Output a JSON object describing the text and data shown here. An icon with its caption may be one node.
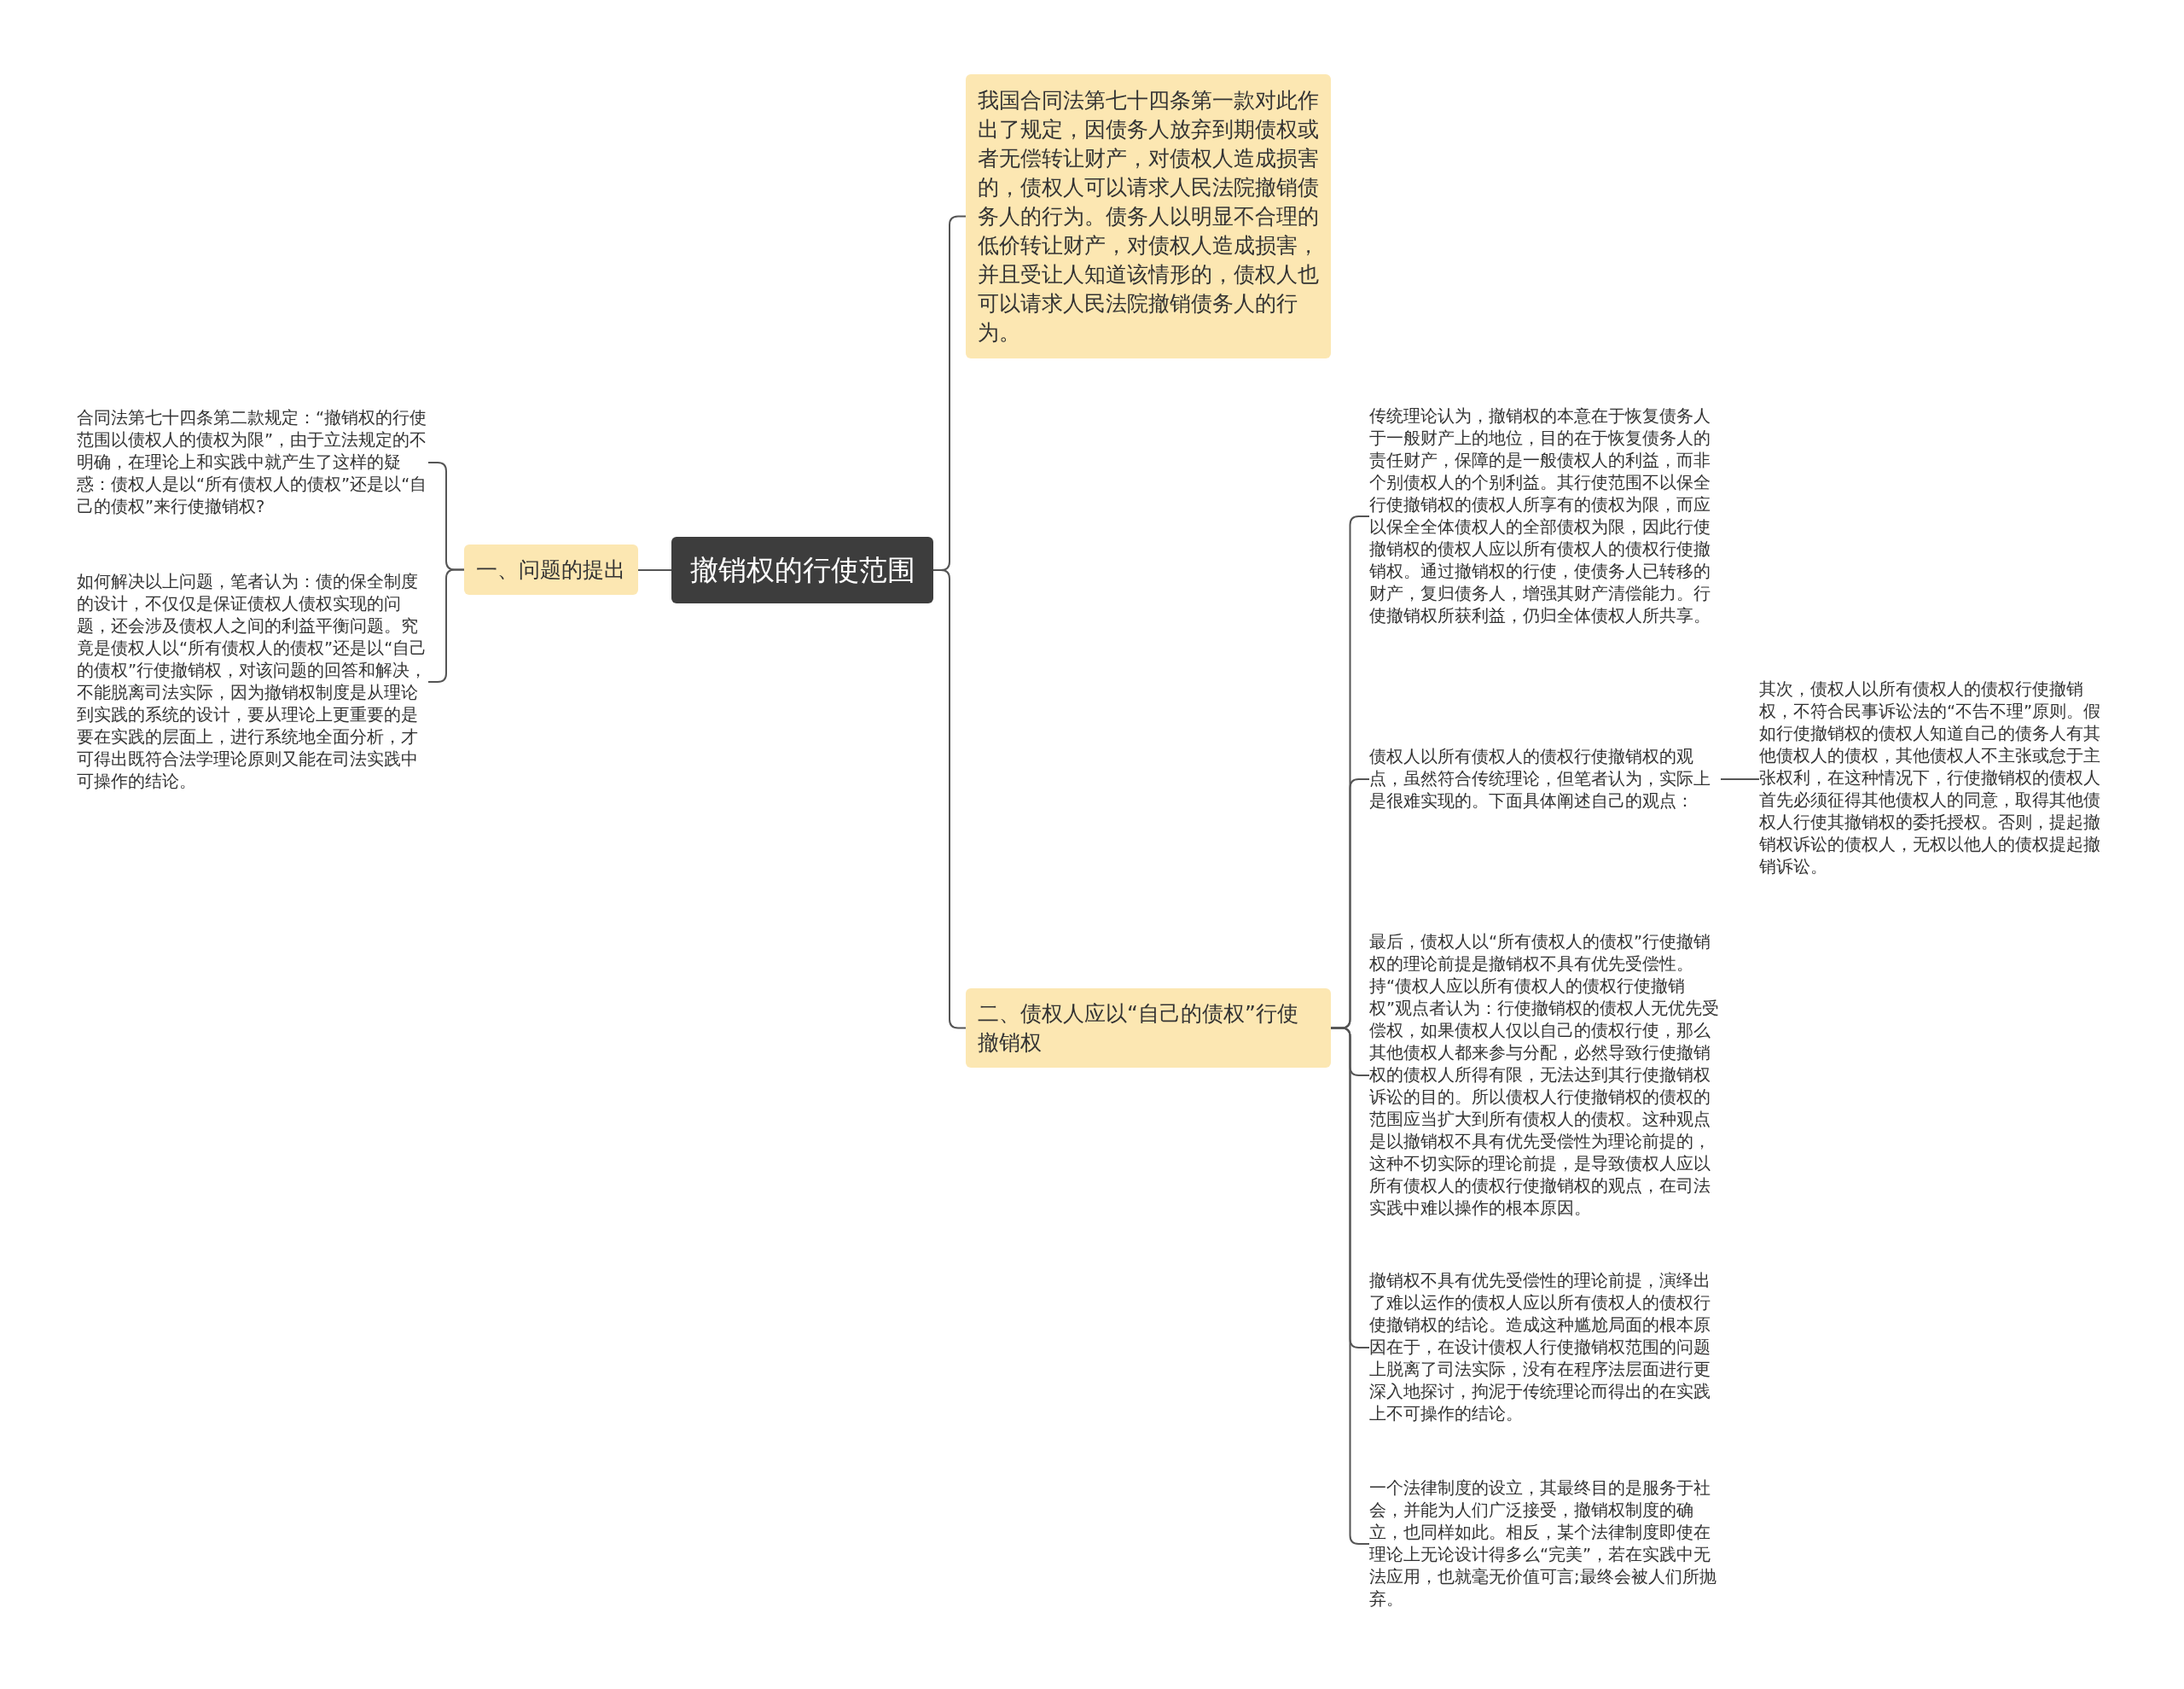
{
  "diagram": {
    "nodes": [
      {
        "text": [
          "撤销权的行使范围"
        ]
      },
      {
        "text": [
          "一、问题的提出"
        ]
      },
      {
        "text": [
          "合同法第七十四条第二款规定：“撤销权的行使范围以债权人的债权为限”，由于立法规定的不明确，在理论上和实践中就产生了这样的疑惑：债权人是以“所有债权人的债权”还是以“自己的债权”来行使撤销权?"
        ]
      },
      {
        "text": [
          "如何解决以上问题，笔者认为：债的保全制度的设计，不仅仅是保证债权人债权实现的问题，还会涉及债权人之间的利益平衡问题。究竟是债权人以“所有债权人的债权”还是以“自己的债权”行使撤销权，对该问题的回答和解决，不能脱离司法实际，因为撤销权制度是从理论到实践的系统的设计，要从理论上更重要的是要在实践的层面上，进行系统地全面分析，才可得出既符合法学理论原则又能在司法实践中可操作的结论。"
        ]
      },
      {
        "text": [
          "我国合同法第七十四条第一款对此作出了规定，因债务人放弃到期债权或者无偿转让财产，对债权人造成损害的，债权人可以请求人民法院撤销债务人的行为。债务人以明显不合理的低价转让财产，对债权人造成损害，并且受让人知道该情形的，债权人也可以请求人民法院撤销债务人的行为。"
        ]
      },
      {
        "text": [
          "二、债权人应以“自己的债权”行使撤销权"
        ]
      },
      {
        "text": [
          "传统理论认为，撤销权的本意在于恢复债务人于一般财产上的地位，目的在于恢复债务人的责任财产，保障的是一般债权人的利益，而非个别债权人的个别利益。其行使范围不以保全行使撤销权的债权人所享有的债权为限，而应以保全全体债权人的全部债权为限，因此行使撤销权的债权人应以所有债权人的债权行使撤销权。通过撤销权的行使，使债务人已转移的财产，复归债务人，增强其财产清偿能力。行使撤销权所获利益，仍归全体债权人所共享。"
        ]
      },
      {
        "text": [
          "债权人以所有债权人的债权行使撤销权的观点，虽然符合传统理论，但笔者认为，实际上是很难实现的。下面具体阐述自己的观点："
        ]
      },
      {
        "text": [
          "其次，债权人以所有债权人的债权行使撤销权，不符合民事诉讼法的“不告不理”原则。假如行使撤销权的债权人知道自己的债务人有其他债权人的债权，其他债权人不主张或怠于主张权利，在这种情况下，行使撤销权的债权人首先必须征得其他债权人的同意，取得其他债权人行使其撤销权的委托授权。否则，提起撤销权诉讼的债权人，无权以他人的债权提起撤销诉讼。"
        ]
      },
      {
        "text": [
          "最后，债权人以“所有债权人的债权”行使撤销权的理论前提是撤销权不具有优先受偿性。持“债权人应以所有债权人的债权行使撤销权”观点者认为：行使撤销权的债权人无优先受偿权，如果债权人仅以自己的债权行使，那么其他债权人都来参与分配，必然导致行使撤销权的债权人所得有限，无法达到其行使撤销权诉讼的目的。所以债权人行使撤销权的债权的范围应当扩大到所有债权人的债权。这种观点是以撤销权不具有优先受偿性为理论前提的，这种不切实际的理论前提，是导致债权人应以所有债权人的债权行使撤销权的观点，在司法实践中难以操作的根本原因。"
        ]
      },
      {
        "text": [
          "撤销权不具有优先受偿性的理论前提，演绎出了难以运作的债权人应以所有债权人的债权行使撤销权的结论。造成这种尴尬局面的根本原因在于，在设计债权人行使撤销权范围的问题上脱离了司法实际，没有在程序法层面进行更深入地探讨，拘泥于传统理论而得出的在实践上不可操作的结论。"
        ]
      },
      {
        "text": [
          "一个法律制度的设立，其最终目的是服务于社会，并能为人们广泛接受，撤销权制度的确立，也同样如此。相反，某个法律制度即使在理论上无论设计得多么“完美”，若在实践中无法应用，也就毫无价值可言;最终会被人们所抛弃。"
        ]
      }
    ],
    "edges": [
      {
        "from": 0,
        "to": 1,
        "arrow": "none"
      },
      {
        "from": 1,
        "to": 2,
        "arrow": "none"
      },
      {
        "from": 1,
        "to": 3,
        "arrow": "none"
      },
      {
        "from": 0,
        "to": 4,
        "arrow": "none"
      },
      {
        "from": 0,
        "to": 5,
        "arrow": "none"
      },
      {
        "from": 5,
        "to": 6,
        "arrow": "none"
      },
      {
        "from": 5,
        "to": 7,
        "arrow": "none"
      },
      {
        "from": 7,
        "to": 8,
        "arrow": "none"
      },
      {
        "from": 5,
        "to": 9,
        "arrow": "none"
      },
      {
        "from": 5,
        "to": 10,
        "arrow": "none"
      },
      {
        "from": 5,
        "to": 11,
        "arrow": "none"
      }
    ]
  }
}
